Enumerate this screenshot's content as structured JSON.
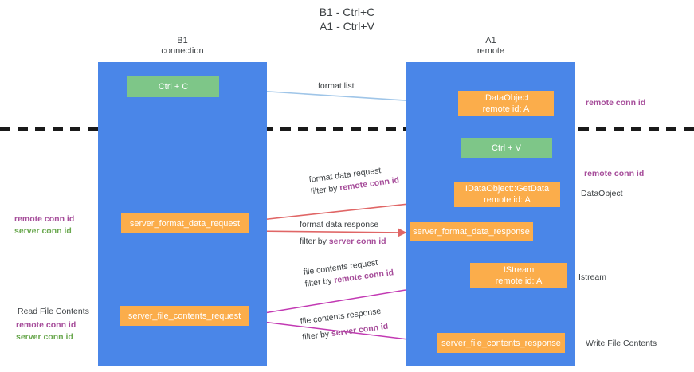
{
  "title": {
    "line1": "B1 - Ctrl+C",
    "line2": "A1 - Ctrl+V"
  },
  "lanes": [
    {
      "id": "b1",
      "name": "B1",
      "sub": "connection",
      "color": "#4a86e8"
    },
    {
      "id": "a1",
      "name": "A1",
      "sub": "remote",
      "color": "#4a86e8"
    }
  ],
  "colors": {
    "lane": "#4a86e8",
    "green_box": "#7ec688",
    "orange_box": "#fbad4b",
    "purple_text": "#a64d9a",
    "green_text": "#6aa84f",
    "arrow_blue": "#9fc5e8",
    "arrow_red": "#e06666",
    "arrow_magenta": "#c239b3",
    "arrow_black": "#1a1a1a",
    "divider": "#1a1a1a"
  },
  "boxes": {
    "ctrl_c": {
      "label": "Ctrl + C",
      "kind": "green"
    },
    "idataobject": {
      "label": "IDataObject",
      "sub": "remote id: A",
      "kind": "orange"
    },
    "ctrl_v": {
      "label": "Ctrl + V",
      "kind": "green"
    },
    "getdata": {
      "label": "IDataObject::GetData",
      "sub": "remote id: A",
      "kind": "orange"
    },
    "server_format_data_request": {
      "label": "server_format_data_request",
      "kind": "orange"
    },
    "server_format_data_response": {
      "label": "server_format_data_response",
      "kind": "orange"
    },
    "istream": {
      "label": "IStream",
      "sub": "remote id: A",
      "kind": "orange"
    },
    "server_file_contents_request": {
      "label": "server_file_contents_request",
      "kind": "orange"
    },
    "server_file_contents_response": {
      "label": "server_file_contents_response",
      "kind": "orange"
    }
  },
  "edge_labels": {
    "format_list": "format list",
    "format_data_request": "format data request",
    "format_data_request_filter_prefix": "filter by ",
    "format_data_request_filter_key": "remote conn id",
    "format_data_response": "format data response",
    "format_data_response_filter_prefix": "filter by ",
    "format_data_response_filter_key": "server conn id",
    "file_contents_request": "file contents request",
    "file_contents_request_filter_prefix": "filter by ",
    "file_contents_request_filter_key": "remote conn id",
    "file_contents_response": "file contents response",
    "file_contents_response_filter_prefix": "filter by ",
    "file_contents_response_filter_key": "server conn id"
  },
  "side_labels": {
    "remote_conn_id_top": "remote conn id",
    "remote_conn_id_mid": "remote conn id",
    "dataobject": "DataObject",
    "istream": "Istream",
    "write_file_contents": "Write File Contents",
    "read_file_contents": "Read File Contents",
    "left_remote_conn_id_a": "remote conn id",
    "left_server_conn_id_a": "server conn id",
    "left_remote_conn_id_b": "remote conn id",
    "left_server_conn_id_b": "server conn id"
  }
}
